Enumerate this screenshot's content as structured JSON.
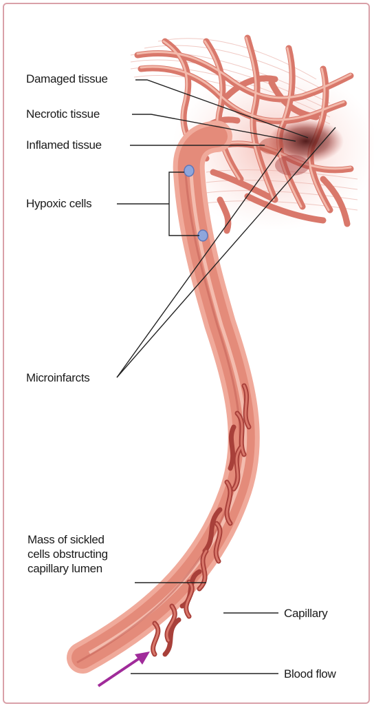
{
  "labels": {
    "damaged_tissue": "Damaged tissue",
    "necrotic_tissue": "Necrotic tissue",
    "inflamed_tissue": "Inflamed tissue",
    "hypoxic_cells": "Hypoxic cells",
    "microinfarcts": "Microinfarcts",
    "sickled_mass": "Mass of sickled\ncells obstructing\ncapillary lumen",
    "capillary": "Capillary",
    "blood_flow": "Blood flow"
  },
  "colors": {
    "frame": "#d9a0a8",
    "vessel": "#e98f80",
    "vessel_highlight": "#f6c2b4",
    "vessel_dark": "#b8504a",
    "tissue_dark": "#5a1a1a",
    "hypoxic_cell": "#8ea6dc",
    "arrow": "#a02b9a",
    "leader": "#222222"
  }
}
